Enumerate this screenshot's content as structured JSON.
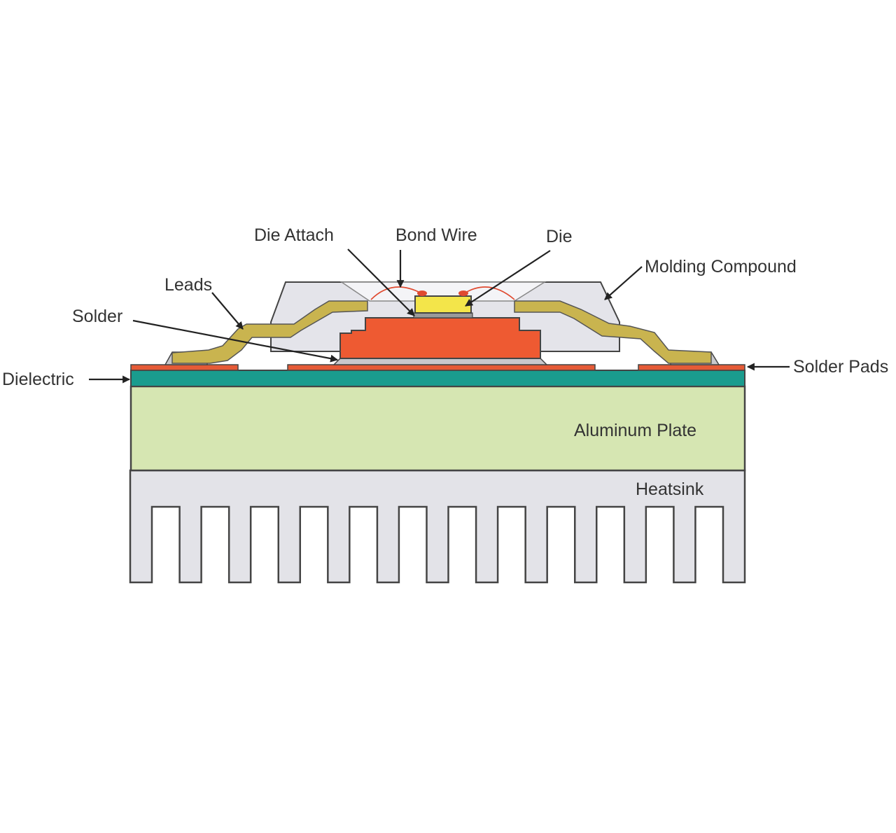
{
  "labels": {
    "die_attach": "Die Attach",
    "bond_wire": "Bond Wire",
    "die": "Die",
    "molding_compound": "Molding Compound",
    "leads": "Leads",
    "solder": "Solder",
    "dielectric": "Dielectric",
    "solder_pads": "Solder Pads",
    "aluminum_plate": "Aluminum Plate",
    "heatsink": "Heatsink"
  },
  "colors": {
    "heatsink": "#e3e3e8",
    "aluminum_plate": "#d6e6b2",
    "dielectric": "#1a9c8e",
    "solder_pads": "#e55a36",
    "copper_slug": "#ee5a32",
    "die": "#f3e54a",
    "leads": "#c9b44f",
    "molding_compound": "#e4e4ea",
    "bond_wire": "#e04a30",
    "leader_line": "#222222"
  },
  "heatsink": {
    "fin_count": 13
  }
}
